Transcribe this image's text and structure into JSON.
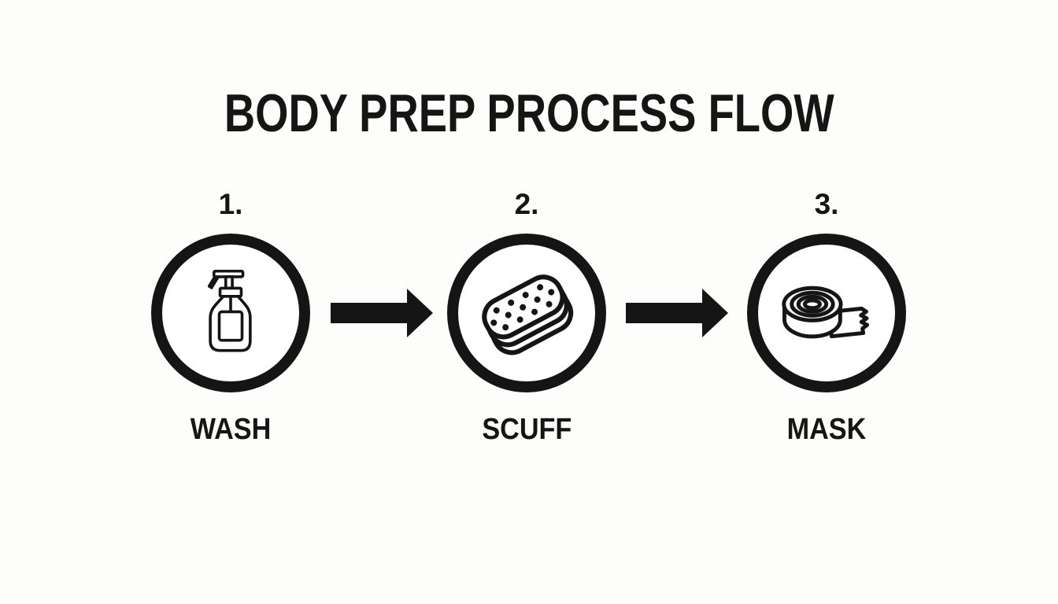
{
  "title": "BODY PREP PROCESS FLOW",
  "colors": {
    "ink": "#151515",
    "background": "#fdfdfc"
  },
  "steps": [
    {
      "number": "1.",
      "label": "WASH",
      "icon": "spray-bottle-icon"
    },
    {
      "number": "2.",
      "label": "SCUFF",
      "icon": "sanding-sponge-icon"
    },
    {
      "number": "3.",
      "label": "MASK",
      "icon": "masking-tape-icon"
    }
  ],
  "connectors": [
    {
      "icon": "arrow-right-icon"
    },
    {
      "icon": "arrow-right-icon"
    }
  ]
}
